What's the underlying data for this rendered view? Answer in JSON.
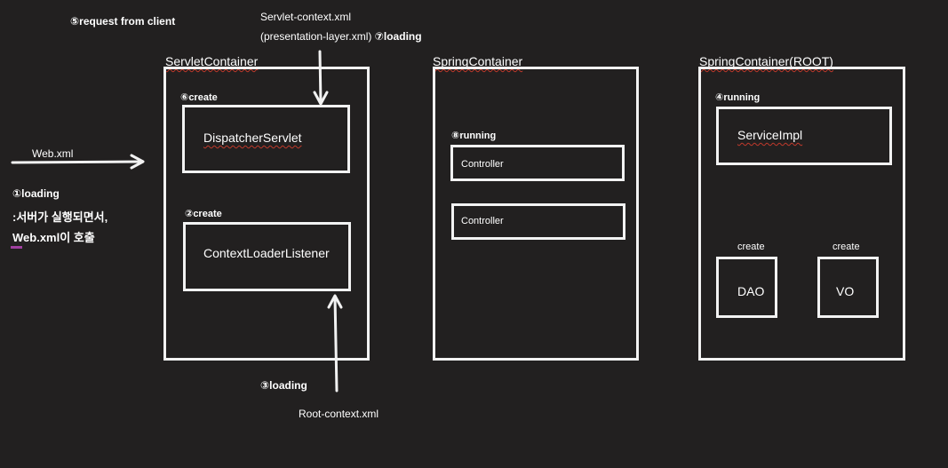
{
  "top": {
    "request": "⑤request from client",
    "servlet_context_line1": "Servlet-context.xml",
    "servlet_context_line2": "(presentation-layer.xml)",
    "servlet_context_step": "⑦loading"
  },
  "left": {
    "web_xml": "Web.xml",
    "loading": "①loading",
    "desc_line1": ":서버가 실행되면서,",
    "desc_line2": "Web.xml이 호출"
  },
  "servlet_container": {
    "title": "ServletContainer",
    "create_dispatcher": "⑥create",
    "dispatcher": "DispatcherServlet",
    "create_listener": "②create",
    "listener": "ContextLoaderListener"
  },
  "bottom": {
    "loading": "③loading",
    "root_context": "Root-context.xml"
  },
  "spring_container": {
    "title": "SpringContainer",
    "running": "⑧running",
    "controller1": "Controller",
    "controller2": "Controller"
  },
  "root_container": {
    "title": "SpringContainer(ROOT)",
    "running": "④running",
    "service": "ServiceImpl",
    "create_dao": "create",
    "dao": "DAO",
    "create_vo": "create",
    "vo": "VO"
  },
  "colors": {
    "background": "#222020",
    "stroke": "#f2f2f2",
    "accent_mark": "#a040a0"
  }
}
